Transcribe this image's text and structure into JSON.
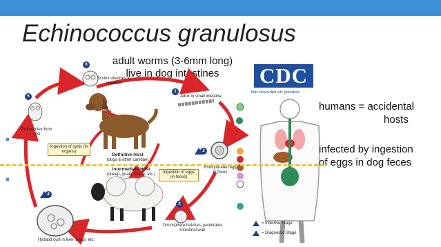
{
  "slide": {
    "title": "Echinococcus granulosus",
    "adult_line1": "adult worms (3-6mm long)",
    "adult_line2": "live in dog intestines",
    "right_text1_line1": "humans = accidental",
    "right_text1_line2": "hosts",
    "right_text2_line1": "infected by ingestion",
    "right_text2_line2": "of eggs in dog feces"
  },
  "cdc": {
    "logo": "CDC",
    "url": "http://www.dpd.cdc.gov/dpdx"
  },
  "diagram": {
    "scolex_attaches": "Scolex attaches to intestine",
    "adult_small_intestine": "Adult in small intestine",
    "protoscolex": "Protoscolex from cyst",
    "ingestion_cysts": "Ingestion of cysts (in organs)",
    "definitive_host": "Definitive Host",
    "definitive_host_sub": "(dogs & other canidae)",
    "intermediate_host": "Intermediate Host",
    "intermediate_host_sub": "(sheep, goats, swine, etc.)",
    "ingestion_eggs": "Ingestion of eggs (in feces)",
    "embryonated_egg": "Embryonated egg in feces",
    "oncosphere": "Oncosphere hatches; penetrates intestinal wall",
    "hydatid_cyst": "Hydatid cyst in liver, lungs, etc.",
    "legend_infective": "= Infective Stage",
    "legend_diagnostic": "= Diagnostic Stage",
    "steps": [
      "1",
      "2",
      "3",
      "4",
      "5",
      "6"
    ]
  },
  "colors": {
    "topbar": "#3d8fd8",
    "cycle_arrow": "#d9262b",
    "cdc_blue": "#1f4fa0",
    "dash": "#f1c232"
  }
}
